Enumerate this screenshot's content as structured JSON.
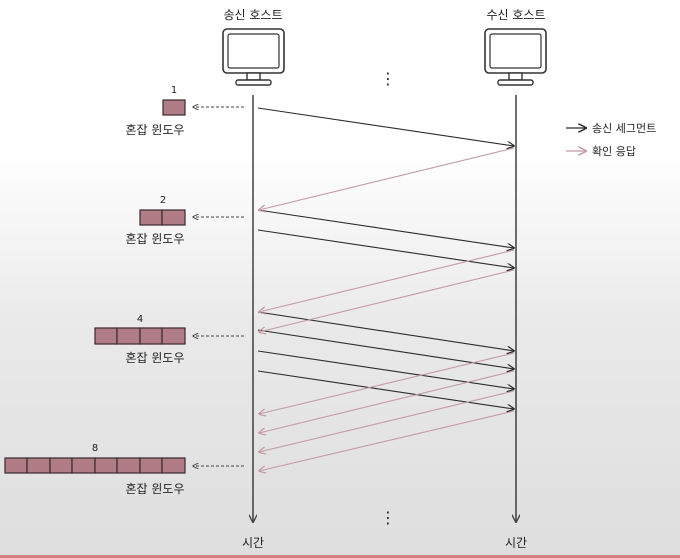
{
  "hosts": {
    "sender_label": "송신 호스트",
    "receiver_label": "수신 호스트",
    "sender_icon": "monitor-icon",
    "receiver_icon": "monitor-icon"
  },
  "timeline": {
    "time_label_left": "시간",
    "time_label_right": "시간"
  },
  "legend": {
    "segment_label": "송신 세그먼트",
    "ack_label": "확인 응답",
    "segment_color": "#2b2b2b",
    "ack_color": "#c49aa3"
  },
  "windows": [
    {
      "size": "1",
      "label": "혼잡 윈도우"
    },
    {
      "size": "2",
      "label": "혼잡 윈도우"
    },
    {
      "size": "4",
      "label": "혼잡 윈도우"
    },
    {
      "size": "8",
      "label": "혼잡 윈도우"
    }
  ],
  "ellipsis": {
    "top": "⋮",
    "bottom": "⋮"
  },
  "colors": {
    "window_fill": "#b07c86",
    "window_stroke": "#3a2a2e",
    "line": "#333333"
  }
}
